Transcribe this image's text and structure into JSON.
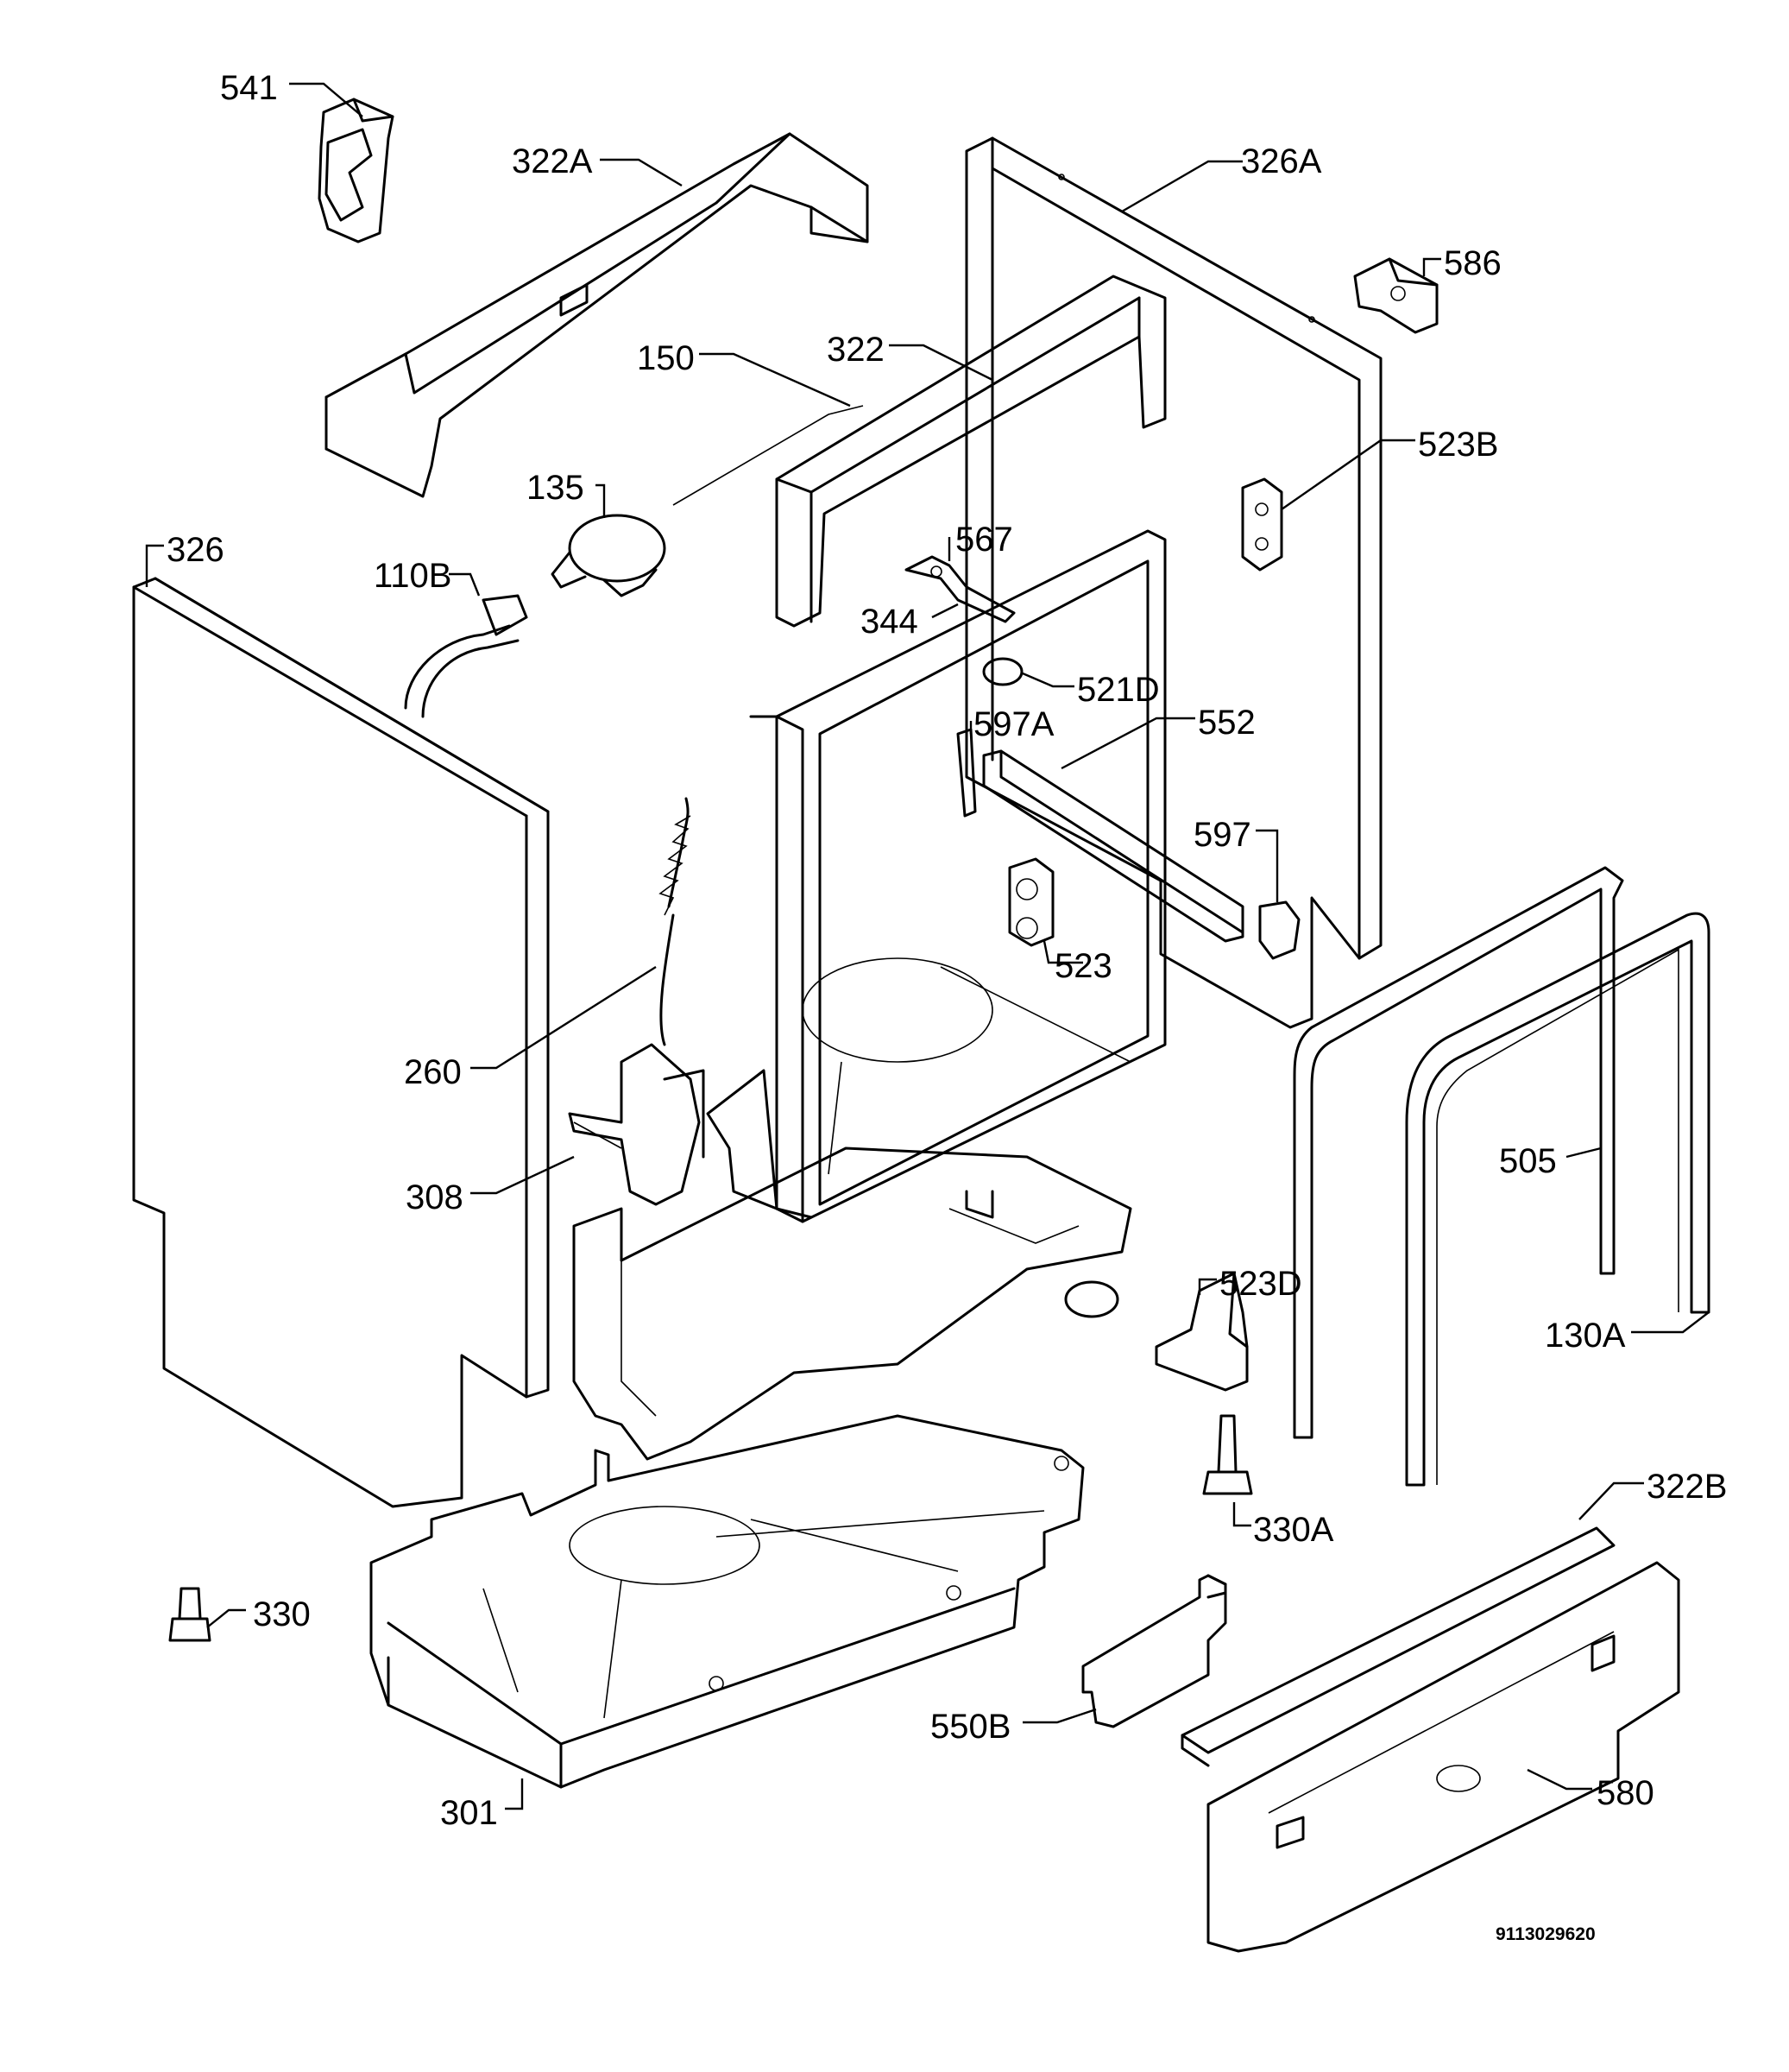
{
  "diagram": {
    "drawing_number": "9113029620",
    "callouts": [
      {
        "id": "c541",
        "label": "541"
      },
      {
        "id": "c322a",
        "label": "322A"
      },
      {
        "id": "c326a",
        "label": "326A"
      },
      {
        "id": "c586",
        "label": "586"
      },
      {
        "id": "c150",
        "label": "150"
      },
      {
        "id": "c322",
        "label": "322"
      },
      {
        "id": "c523b",
        "label": "523B"
      },
      {
        "id": "c135",
        "label": "135"
      },
      {
        "id": "c326",
        "label": "326"
      },
      {
        "id": "c110b",
        "label": "110B"
      },
      {
        "id": "c567",
        "label": "567"
      },
      {
        "id": "c344",
        "label": "344"
      },
      {
        "id": "c521d",
        "label": "521D"
      },
      {
        "id": "c597a",
        "label": "597A"
      },
      {
        "id": "c552",
        "label": "552"
      },
      {
        "id": "c597",
        "label": "597"
      },
      {
        "id": "c523",
        "label": "523"
      },
      {
        "id": "c260",
        "label": "260"
      },
      {
        "id": "c505",
        "label": "505"
      },
      {
        "id": "c308",
        "label": "308"
      },
      {
        "id": "c523d",
        "label": "523D"
      },
      {
        "id": "c130a",
        "label": "130A"
      },
      {
        "id": "c322b",
        "label": "322B"
      },
      {
        "id": "c330a",
        "label": "330A"
      },
      {
        "id": "c330",
        "label": "330"
      },
      {
        "id": "c550b",
        "label": "550B"
      },
      {
        "id": "c580",
        "label": "580"
      },
      {
        "id": "c301",
        "label": "301"
      }
    ]
  }
}
